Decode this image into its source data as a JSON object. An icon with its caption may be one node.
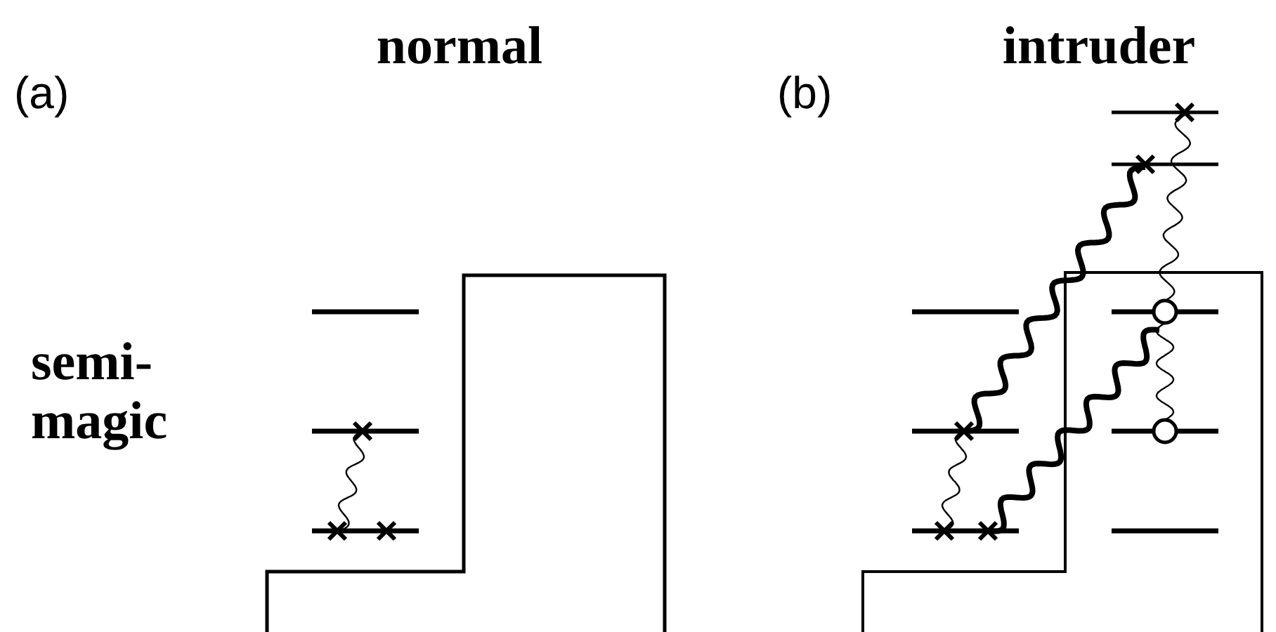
{
  "diagram": {
    "labels": [
      "normal",
      "intruder",
      "(a)",
      "(b)",
      "semi-magic"
    ]
  }
}
